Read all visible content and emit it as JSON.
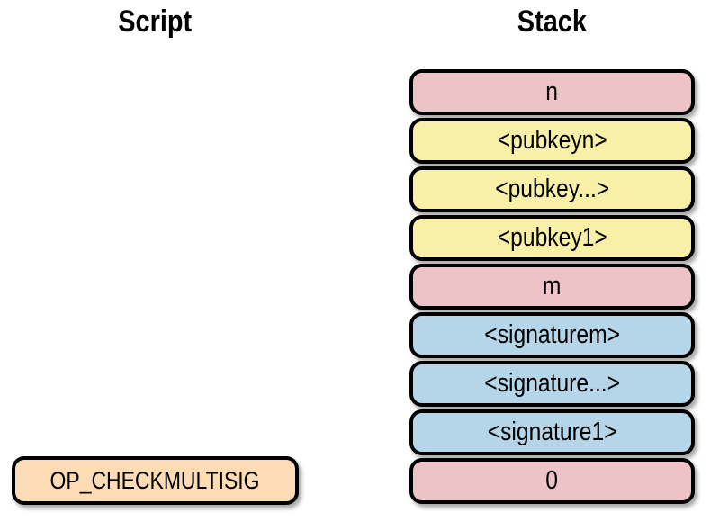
{
  "titles": {
    "script": "Script",
    "stack": "Stack"
  },
  "script_column": {
    "items": [
      {
        "label": "OP_CHECKMULTISIG",
        "color": "#fcdcb5"
      }
    ]
  },
  "stack_column": {
    "items": [
      {
        "label": "n",
        "color": "#edc3c7"
      },
      {
        "label": "<pubkeyn>",
        "color": "#f9f0a7"
      },
      {
        "label": "<pubkey...>",
        "color": "#f9f0a7"
      },
      {
        "label": "<pubkey1>",
        "color": "#f9f0a7"
      },
      {
        "label": "m",
        "color": "#edc3c7"
      },
      {
        "label": "<signaturem>",
        "color": "#b4d6e8"
      },
      {
        "label": "<signature...>",
        "color": "#b4d6e8"
      },
      {
        "label": "<signature1>",
        "color": "#b4d6e8"
      },
      {
        "label": "0",
        "color": "#edc3c7"
      }
    ]
  },
  "style": {
    "border_color": "#000000",
    "background": "#ffffff"
  }
}
